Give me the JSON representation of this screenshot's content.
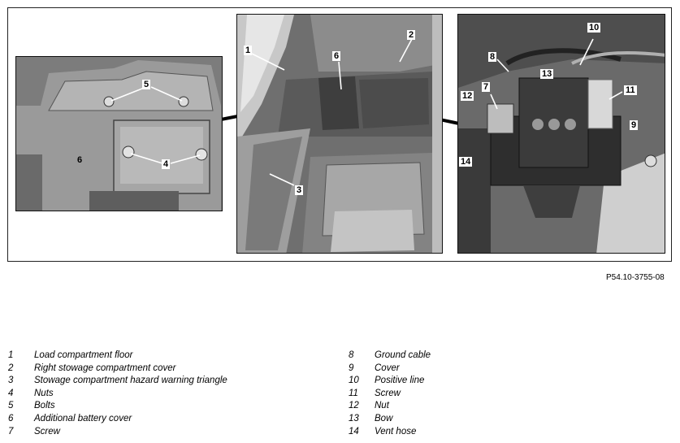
{
  "figure_ref": "P54.10-3755-08",
  "callouts": [
    "1",
    "2",
    "3",
    "4",
    "5",
    "6",
    "7",
    "8",
    "9",
    "10",
    "11",
    "12",
    "13",
    "14"
  ],
  "legend_left": [
    {
      "num": "1",
      "text": "Load compartment floor"
    },
    {
      "num": "2",
      "text": "Right stowage compartment cover"
    },
    {
      "num": "3",
      "text": "Stowage compartment hazard warning triangle"
    },
    {
      "num": "4",
      "text": "Nuts"
    },
    {
      "num": "5",
      "text": "Bolts"
    },
    {
      "num": "6",
      "text": "Additional battery cover"
    },
    {
      "num": "7",
      "text": "Screw"
    }
  ],
  "legend_right": [
    {
      "num": "8",
      "text": "Ground cable"
    },
    {
      "num": "9",
      "text": "Cover"
    },
    {
      "num": "10",
      "text": "Positive line"
    },
    {
      "num": "11",
      "text": "Screw"
    },
    {
      "num": "12",
      "text": "Nut"
    },
    {
      "num": "13",
      "text": "Bow"
    },
    {
      "num": "14",
      "text": "Vent hose"
    }
  ]
}
